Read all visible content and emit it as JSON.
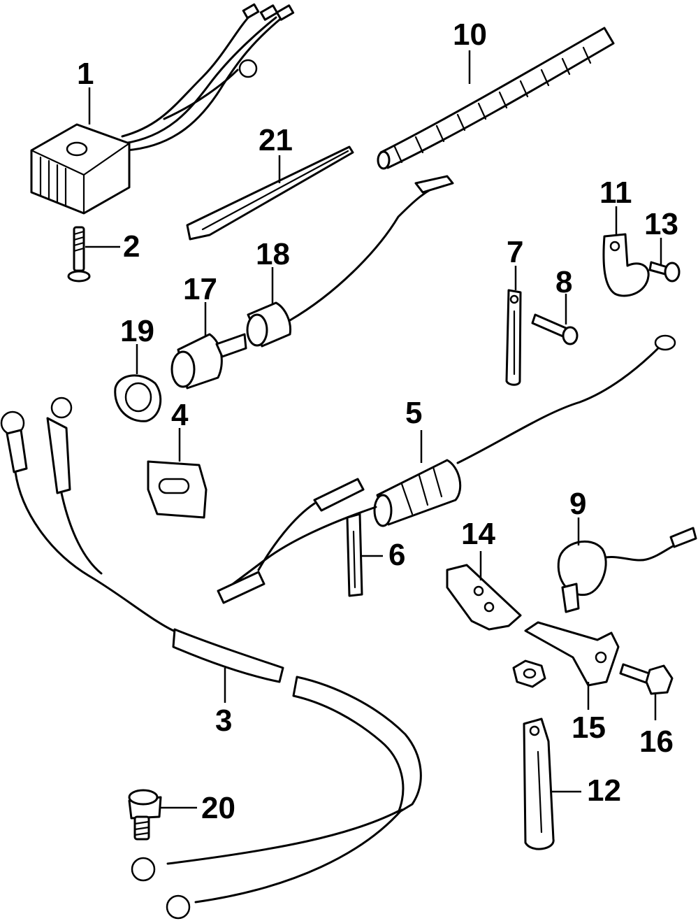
{
  "diagram": {
    "colors": {
      "line": "#000000",
      "background": "#ffffff"
    },
    "callouts": {
      "c1": "1",
      "c2": "2",
      "c3": "3",
      "c4": "4",
      "c5": "5",
      "c6": "6",
      "c7": "7",
      "c8": "8",
      "c9": "9",
      "c10": "10",
      "c11": "11",
      "c12": "12",
      "c13": "13",
      "c14": "14",
      "c15": "15",
      "c16": "16",
      "c17": "17",
      "c18": "18",
      "c19": "19",
      "c20": "20",
      "c21": "21"
    }
  }
}
